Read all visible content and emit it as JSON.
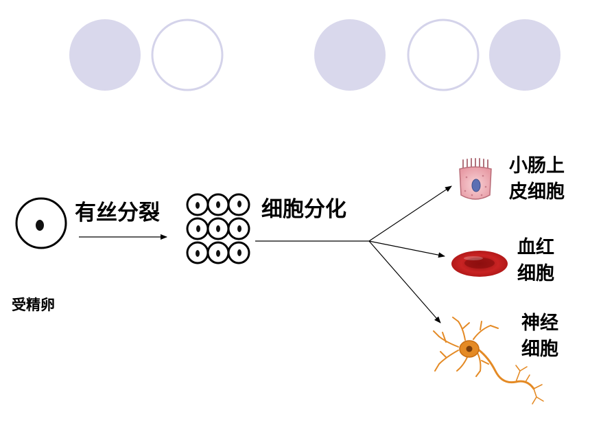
{
  "labels": {
    "zygote": "受精卵",
    "mitosis": "有丝分裂",
    "differentiation": "细胞分化",
    "intestinal_cell": [
      "小肠上",
      "皮细胞"
    ],
    "red_blood_cell": [
      "血红",
      "细胞"
    ],
    "nerve_cell": [
      "神经",
      "细胞"
    ]
  },
  "colors": {
    "deco_fill": "#d9d8ec",
    "deco_stroke": "#d4d3ea",
    "rbc": "#c41c1c",
    "neuron": "#e48a25",
    "epithelium": "#f2b9c0"
  }
}
